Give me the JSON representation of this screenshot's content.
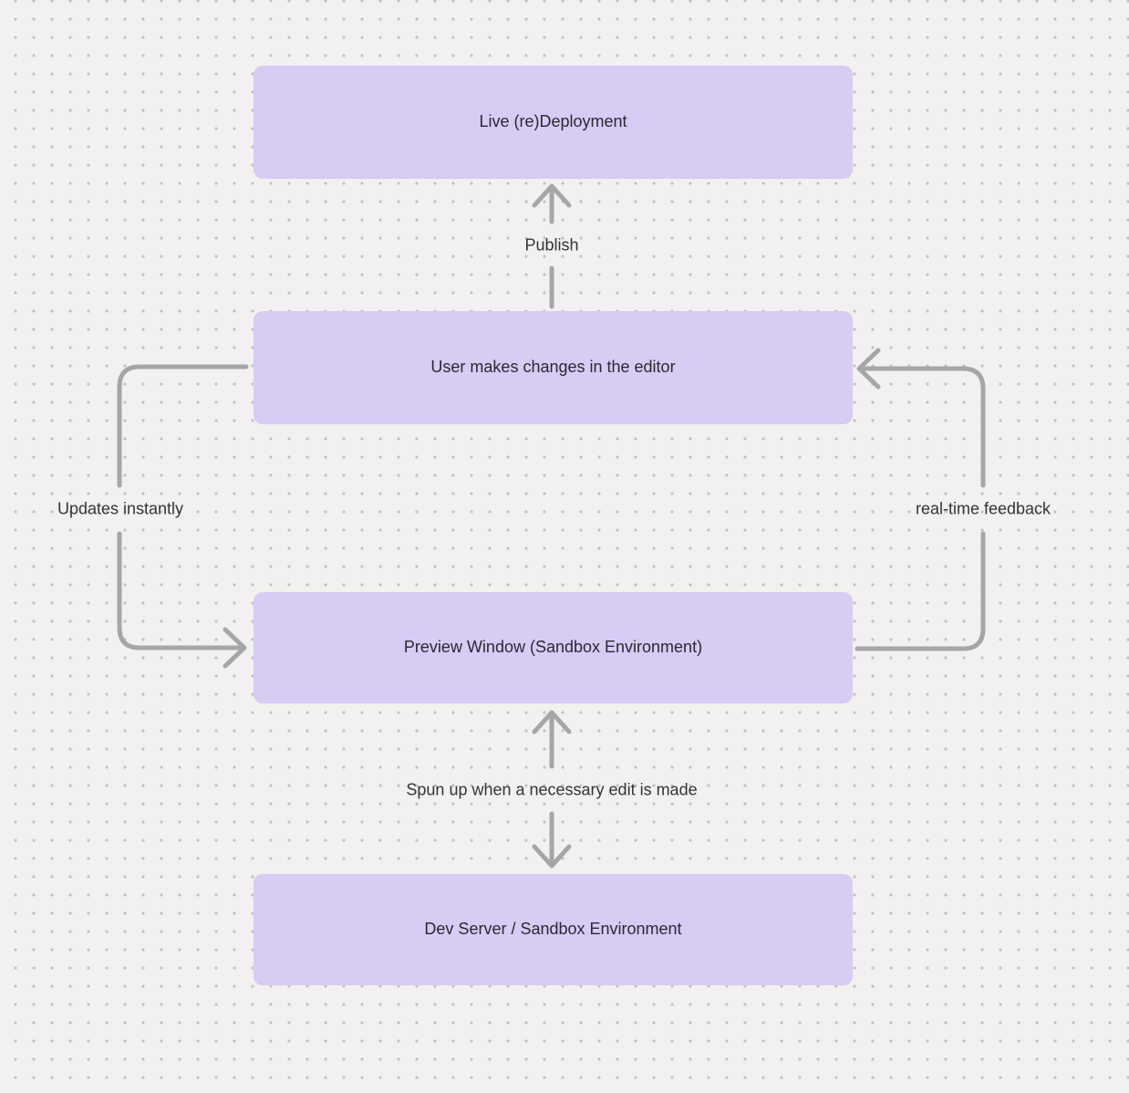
{
  "diagram": {
    "nodes": [
      {
        "id": "live-redeployment",
        "label": "Live (re)Deployment"
      },
      {
        "id": "user-editor",
        "label": "User makes changes in the editor"
      },
      {
        "id": "preview-window",
        "label": "Preview Window (Sandbox Environment)"
      },
      {
        "id": "dev-server",
        "label": "Dev Server / Sandbox Environment"
      }
    ],
    "edges": [
      {
        "id": "publish",
        "label": "Publish",
        "from": "user-editor",
        "to": "live-redeployment",
        "bidirectional": false
      },
      {
        "id": "updates-instantly",
        "label": "Updates instantly",
        "from": "user-editor",
        "to": "preview-window",
        "bidirectional": false
      },
      {
        "id": "realtime-feedback",
        "label": "real-time feedback",
        "from": "preview-window",
        "to": "user-editor",
        "bidirectional": false
      },
      {
        "id": "spun-up",
        "label": "Spun up when a necessary edit is made",
        "from": "preview-window",
        "to": "dev-server",
        "bidirectional": true
      }
    ],
    "colors": {
      "background": "#f2f1ef",
      "grid_dot": "#c3c2c0",
      "node_fill": "#d8cbf4",
      "node_text": "#2b2833",
      "edge_stroke": "#a6a6a6",
      "edge_label_text": "#34323b"
    }
  }
}
